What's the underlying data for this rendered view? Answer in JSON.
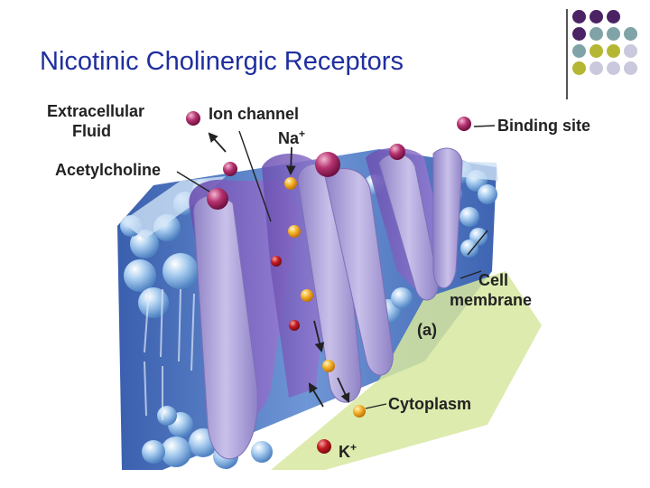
{
  "slide": {
    "title": "Nicotinic Cholinergic Receptors"
  },
  "labels": {
    "extracellular_1": "Extracellular",
    "extracellular_2": "Fluid",
    "acetylcholine": "Acetylcholine",
    "ion_channel": "Ion channel",
    "na": "Na",
    "na_charge": "+",
    "binding_site": "Binding site",
    "cell_1": "Cell",
    "cell_2": "membrane",
    "panel": "(a)",
    "cytoplasm": "Cytoplasm",
    "k": "K",
    "k_charge": "+"
  },
  "colors": {
    "title": "#1f2f9e",
    "purple": "#4b2364",
    "teal": "#7fa3a6",
    "olive": "#b5b733",
    "lavender": "#c9c8dc",
    "membrane_blue": "#5f86c9",
    "protein": "#b3aad9",
    "acetylcholine": "#9a1e57",
    "sodium": "#f2a21a",
    "potassium": "#b8121a"
  },
  "decor_dots": [
    [
      "purple",
      "purple",
      "purple",
      null
    ],
    [
      "purple",
      "teal",
      "teal",
      "teal"
    ],
    [
      "teal",
      "olive",
      "olive",
      "lavender"
    ],
    [
      "olive",
      "lavender",
      "lavender",
      "lavender"
    ]
  ]
}
